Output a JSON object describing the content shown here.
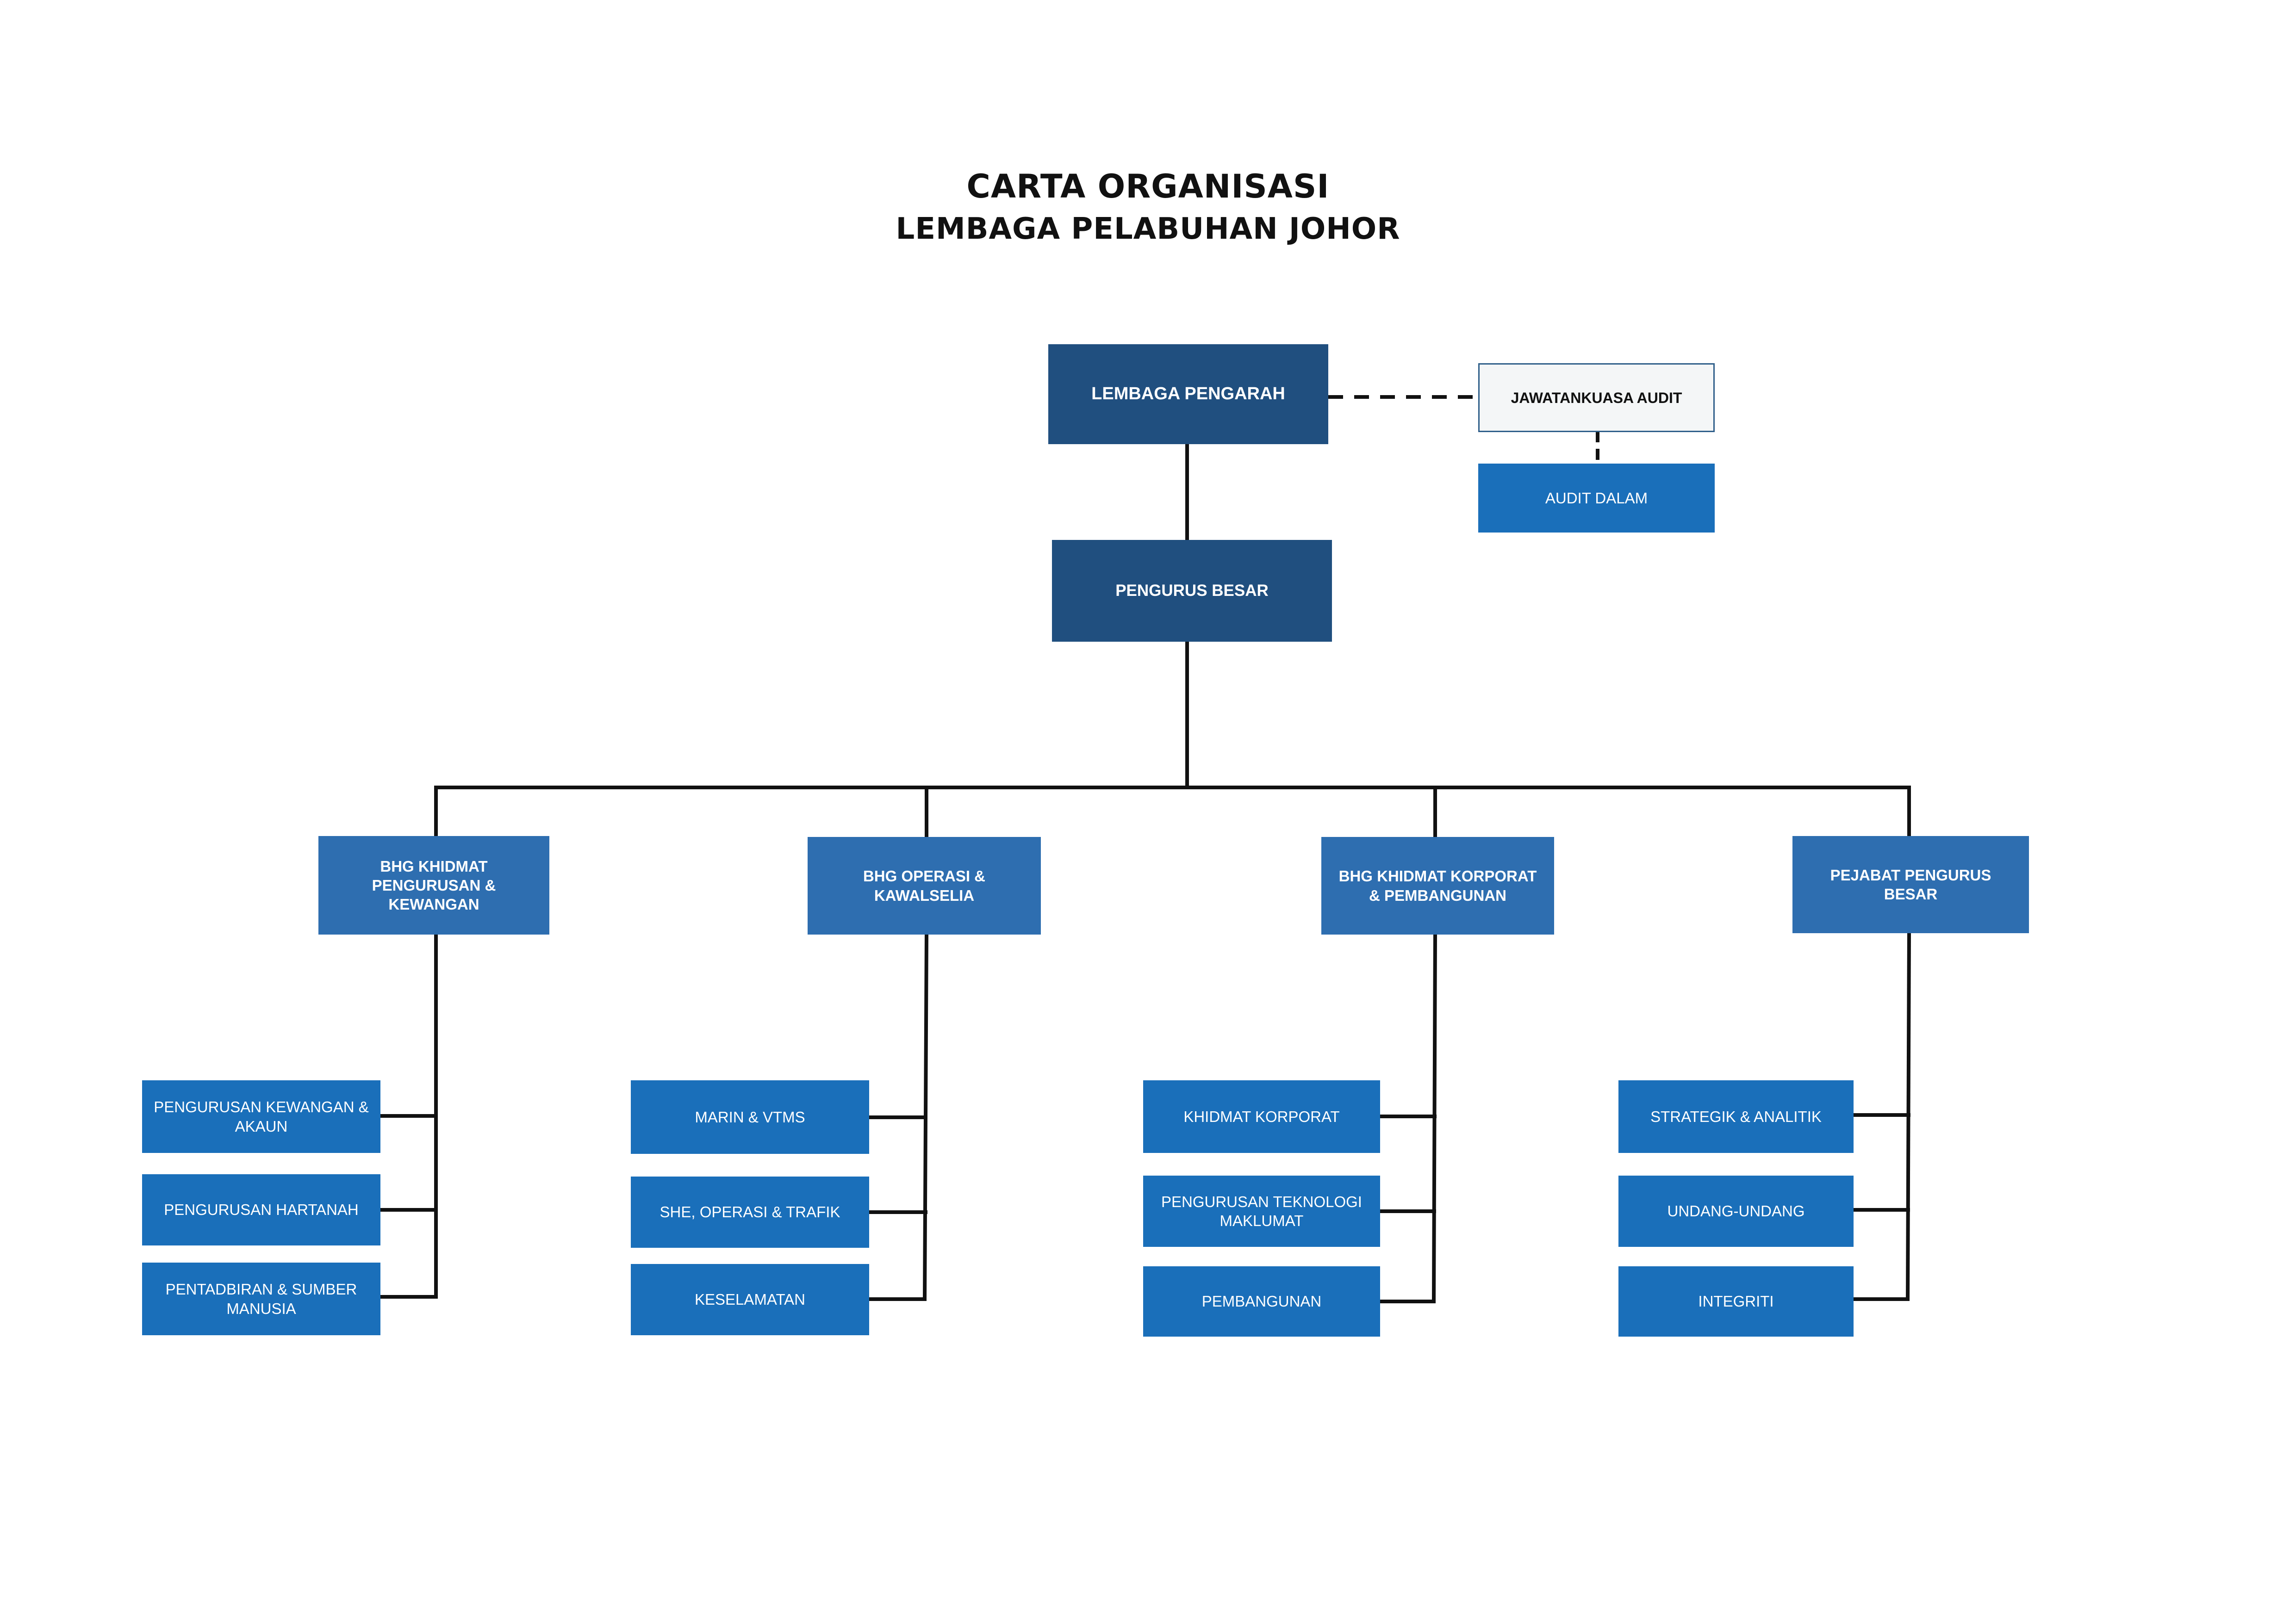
{
  "title": {
    "line1": "CARTA ORGANISASI",
    "line2": "LEMBAGA PELABUHAN JOHOR"
  },
  "colors": {
    "top_box": "#204f7f",
    "division_box": "#2e6eb0",
    "unit_box": "#1a6fba",
    "committee_box_fill": "#f4f6f7",
    "committee_box_border": "#2f5f8a",
    "connector": "#111111"
  },
  "nodes": {
    "board": "LEMBAGA PENGARAH",
    "audit_committee": "JAWATANKUASA AUDIT",
    "internal_audit": "AUDIT DALAM",
    "general_manager": "PENGURUS BESAR",
    "div_finance": "BHG KHIDMAT PENGURUSAN & KEWANGAN",
    "div_operations": "BHG OPERASI & KAWALSELIA",
    "div_corporate": "BHG KHIDMAT KORPORAT & PEMBANGUNAN",
    "div_gm_office": "PEJABAT PENGURUS BESAR",
    "finance_units": [
      "PENGURUSAN KEWANGAN & AKAUN",
      "PENGURUSAN HARTANAH",
      "PENTADBIRAN & SUMBER MANUSIA"
    ],
    "operations_units": [
      "MARIN & VTMS",
      "SHE, OPERASI & TRAFIK",
      "KESELAMATAN"
    ],
    "corporate_units": [
      "KHIDMAT KORPORAT",
      "PENGURUSAN TEKNOLOGI MAKLUMAT",
      "PEMBANGUNAN"
    ],
    "gm_office_units": [
      "STRATEGIK & ANALITIK",
      "UNDANG-UNDANG",
      "INTEGRITI"
    ]
  }
}
